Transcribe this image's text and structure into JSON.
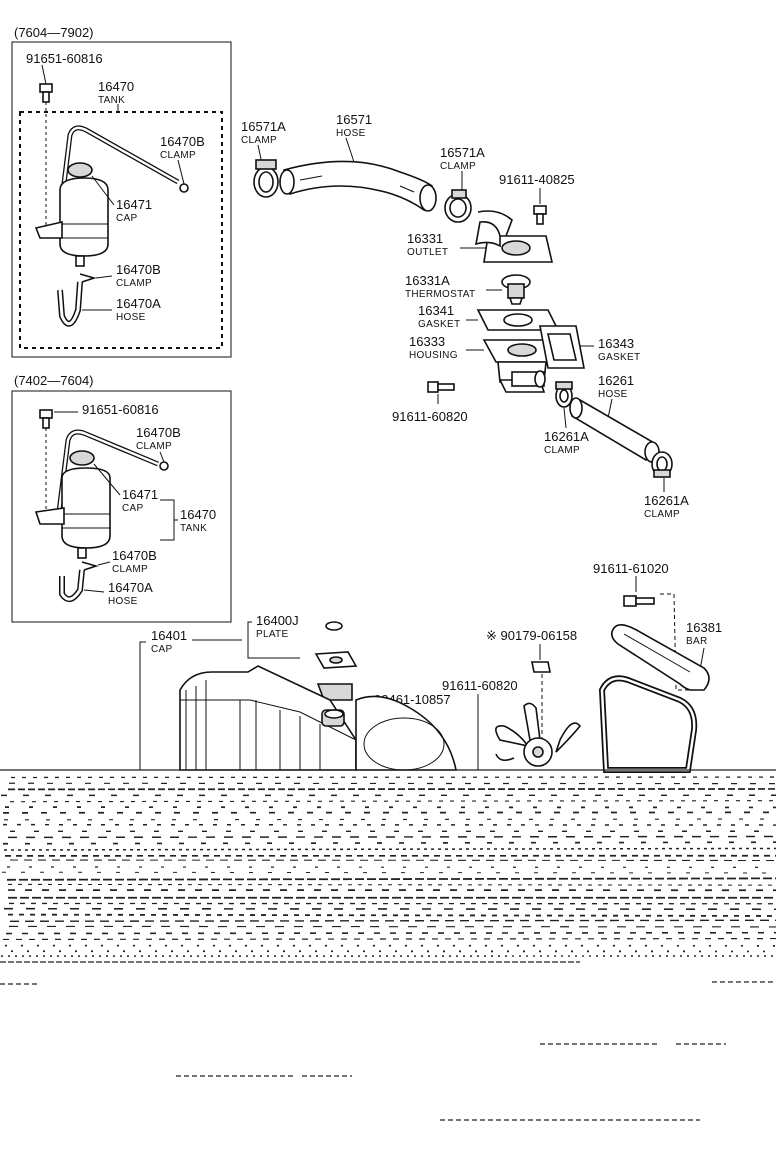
{
  "inset_top": {
    "date_range": "(7604—7902)",
    "bolt": "91651-60816",
    "tank_no": "16470",
    "tank_name": "TANK",
    "clamp_b_no": "16470B",
    "clamp_b_name": "CLAMP",
    "cap_no": "16471",
    "cap_name": "CAP",
    "clamp_b2_no": "16470B",
    "clamp_b2_name": "CLAMP",
    "hose_no": "16470A",
    "hose_name": "HOSE"
  },
  "inset_bottom": {
    "date_range": "(7402—7604)",
    "bolt": "91651-60816",
    "clamp_b_no": "16470B",
    "clamp_b_name": "CLAMP",
    "cap_no": "16471",
    "cap_name": "CAP",
    "tank_no": "16470",
    "tank_name": "TANK",
    "clamp_b2_no": "16470B",
    "clamp_b2_name": "CLAMP",
    "hose_no": "16470A",
    "hose_name": "HOSE"
  },
  "upper_hose": {
    "clamp_left_no": "16571A",
    "clamp_left_name": "CLAMP",
    "hose_no": "16571",
    "hose_name": "HOSE",
    "clamp_right_no": "16571A",
    "clamp_right_name": "CLAMP",
    "bolt_no": "91611-40825"
  },
  "outlet": {
    "no": "16331",
    "name": "OUTLET"
  },
  "thermostat": {
    "no": "16331A",
    "name": "THERMOSTAT"
  },
  "gasket_1": {
    "no": "16341",
    "name": "GASKET"
  },
  "housing": {
    "no": "16333",
    "name": "HOUSING"
  },
  "gasket_2": {
    "no": "16343",
    "name": "GASKET"
  },
  "housing_bolt": {
    "no": "91611-60820"
  },
  "lower_hose": {
    "hose_no": "16261",
    "hose_name": "HOSE",
    "clamp_a_no": "16261A",
    "clamp_a_name": "CLAMP",
    "clamp_b_no": "16261A",
    "clamp_b_name": "CLAMP"
  },
  "bar": {
    "bolt_no": "91611-61020",
    "no": "16381",
    "name": "BAR"
  },
  "fan": {
    "nut_no": "※ 90179-06158",
    "bolt_no": "91611-60820"
  },
  "radiator": {
    "cap_no": "16401",
    "cap_name": "CAP",
    "plate_no": "16400J",
    "plate_name": "PLATE",
    "bracket_no": "90461-10857"
  }
}
